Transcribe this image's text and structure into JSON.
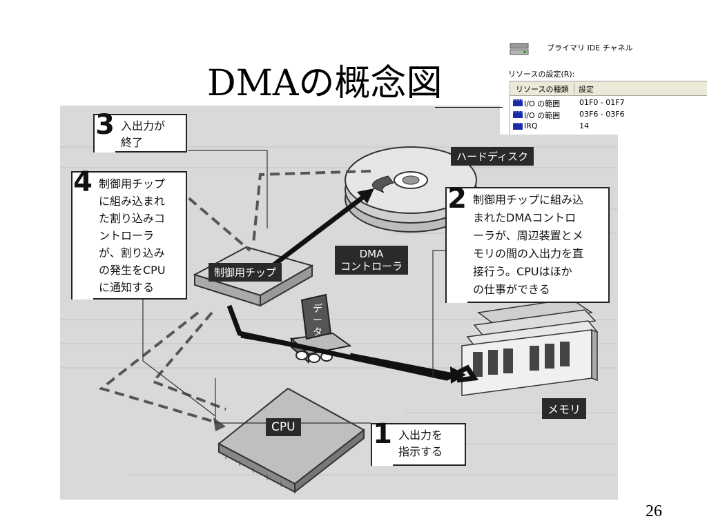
{
  "slide": {
    "title": "DMAの概念図",
    "page_number": "26"
  },
  "dialog": {
    "channel_name": "プライマリ IDE チャネル",
    "resources_label": "リソースの設定(R):",
    "columns": [
      "リソースの種類",
      "設定"
    ],
    "rows": [
      {
        "type": "I/O の範囲",
        "setting": "01F0 - 01F7"
      },
      {
        "type": "I/O の範囲",
        "setting": "03F6 - 03F6"
      },
      {
        "type": "IRQ",
        "setting": "14"
      }
    ]
  },
  "diagram": {
    "steps": [
      {
        "number": "1",
        "text": "入出力を\n指示する"
      },
      {
        "number": "2",
        "text": "制御用チップに組み込\nまれたDMAコントロ\nーラが、周辺装置とメ\nモリの間の入出力を直\n接行う。CPUはほか\nの仕事ができる"
      },
      {
        "number": "3",
        "text": "入出力が\n終了"
      },
      {
        "number": "4",
        "text": "制御用チップ\nに組み込まれ\nた割り込みコ\nントローラ\nが、割り込み\nの発生をCPU\nに通知する"
      }
    ],
    "labels": {
      "hard_disk": "ハードディスク",
      "control_chip": "制御用チップ",
      "dma_controller": "DMA\nコントローラ",
      "data": "データ",
      "cpu": "CPU",
      "memory": "メモリ"
    }
  },
  "colors": {
    "scan_background": "#d9d9d9",
    "label_background": "#2a2a2a",
    "dialog_header": "#ece9d8",
    "chip_icon": "#1b2aa8"
  }
}
